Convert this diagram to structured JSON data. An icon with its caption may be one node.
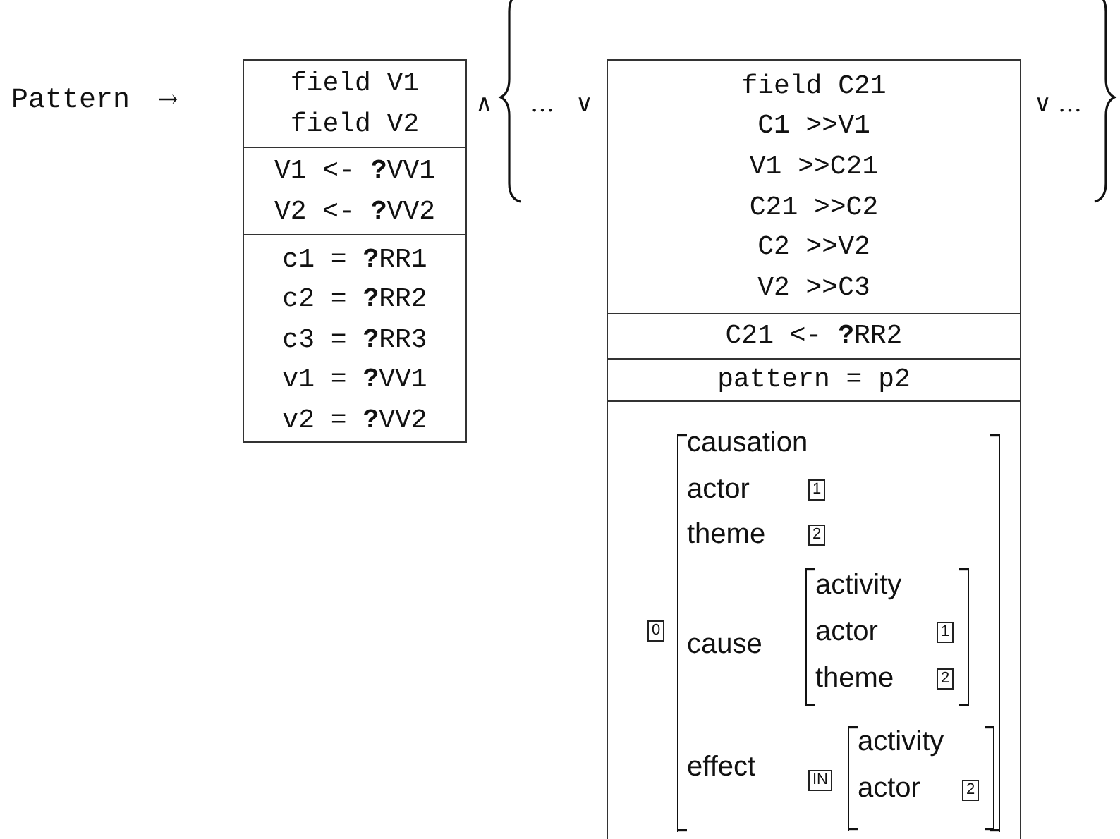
{
  "diagram": {
    "nodes": [
      {
        "text": [],
        "shape": "box"
      },
      {
        "text": [
          "field V1",
          "field V2"
        ],
        "in": 0
      },
      {
        "text": [
          "V1 <- **?**VV1",
          "V2 <- **?**VV2"
        ],
        "in": 0
      },
      {
        "text": [
          "c1 = **?**RR1",
          "c2 = **?**RR2",
          "c3 = **?**RR3",
          "v1 = **?**VV1",
          "v2 = **?**VV2"
        ],
        "in": 0
      },
      {
        "text": [],
        "shape": "box"
      },
      {
        "text": [
          "field C21",
          "C1 >>V1",
          "V1 >>C21",
          "C21 >>C2",
          "C2 >>V2",
          "V2 >>C3"
        ],
        "in": 4
      },
      {
        "text": [
          "C21 <- **?**RR2"
        ],
        "in": 4
      },
      {
        "text": [
          "pattern = p2"
        ],
        "in": 4
      },
      {
        "text": [],
        "shape": "box",
        "in": 4
      }
    ],
    "labels": [
      "Pattern",
      "→",
      "∧",
      "…",
      "∨",
      "∨",
      "…",
      "0",
      "causation",
      "actor",
      "1",
      "theme",
      "2",
      "cause",
      "activity",
      "actor",
      "1",
      "theme",
      "2",
      "effect",
      "IN",
      "activity",
      "actor",
      "2"
    ]
  }
}
